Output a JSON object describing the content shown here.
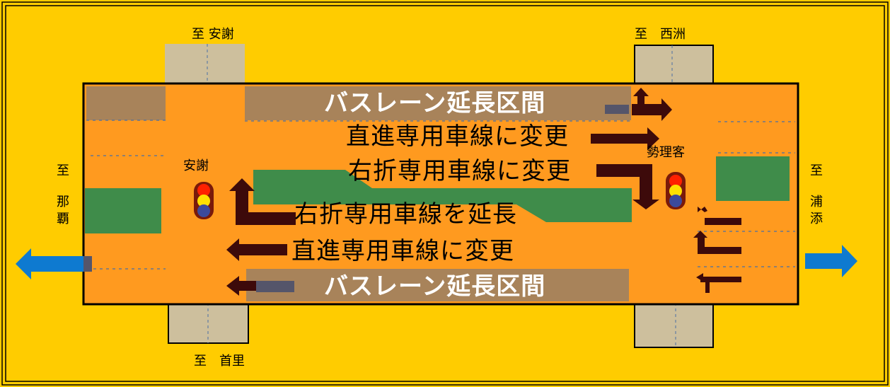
{
  "directions": {
    "ajana": "至 安謝",
    "nishisu": "至　西洲",
    "shuri": "至　首里",
    "naha": [
      "至",
      "那",
      "覇"
    ],
    "urasoe": [
      "至",
      "浦",
      "添"
    ]
  },
  "intersections": {
    "left": "安謝",
    "right": "勢理客"
  },
  "annotations": {
    "bus_lane_top": "バスレーン延長区間",
    "straight_top": "直進専用車線に変更",
    "right_turn_top": "右折専用車線に変更",
    "right_turn_extend": "右折専用車線を延長",
    "straight_bottom": "直進専用車線に変更",
    "bus_lane_bottom": "バスレーン延長区間"
  },
  "colors": {
    "background": "#ffcc00",
    "road": "#ff9a1f",
    "bus_lane": "#a8835a",
    "green_zone": "#3f8c4a",
    "side_road": "#cdbf9d",
    "arrow_dark": "#3d0a0a",
    "direction_arrow": "#0e7ad0",
    "signal_red": "#ff2000",
    "signal_yellow": "#ffe000",
    "signal_blue": "#3c4a9c"
  }
}
